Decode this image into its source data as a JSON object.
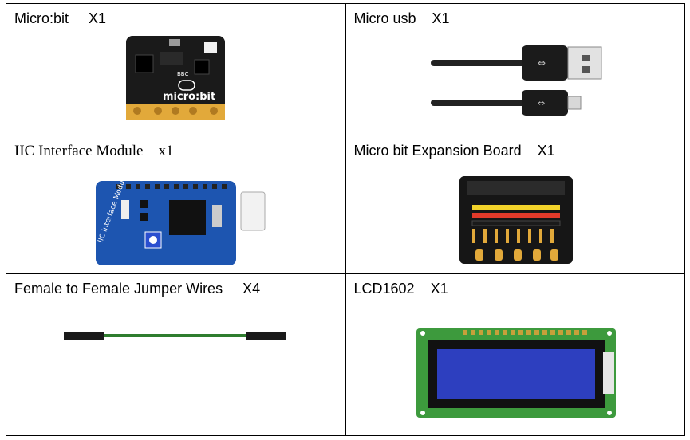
{
  "items": [
    {
      "name": "Micro:bit",
      "qty": "X1"
    },
    {
      "name": "Micro usb",
      "qty": "X1"
    },
    {
      "name": "IIC Interface Module",
      "qty": "x1"
    },
    {
      "name": "Micro bit Expansion Board",
      "qty": "X1"
    },
    {
      "name": "Female to Female Jumper Wires",
      "qty": "X4"
    },
    {
      "name": "LCD1602",
      "qty": "X1"
    }
  ],
  "board_print": {
    "microbit_logo": "micro:bit",
    "bbc": "BBC",
    "iic_title": "IIC Interface Module"
  },
  "colors": {
    "pcb_black": "#1a1a1a",
    "gold": "#e2a93a",
    "pcb_blue": "#1d55b0",
    "lcd_green": "#3d9a3d",
    "lcd_screen": "#2d3fbf"
  }
}
